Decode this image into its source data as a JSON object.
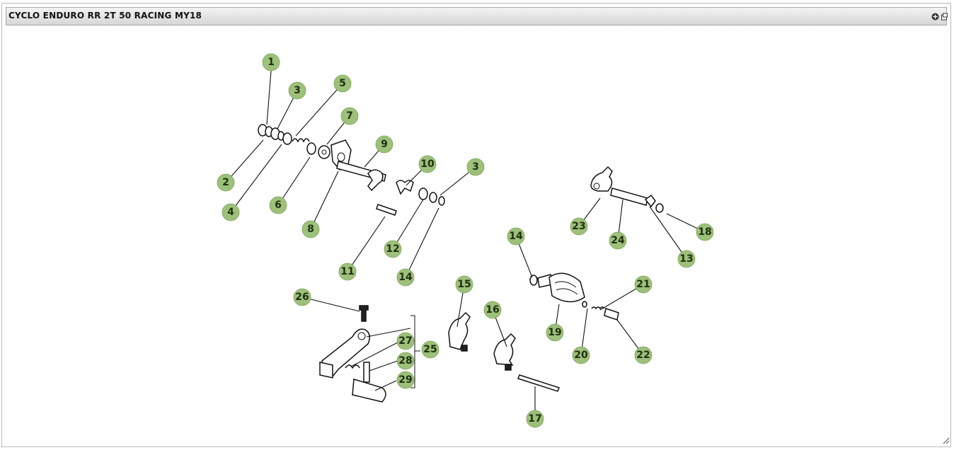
{
  "window": {
    "title": "CYCLO ENDURO RR 2T 50 RACING MY18",
    "icons": {
      "add": "plus-circle-icon",
      "popout": "popout-window-icon",
      "resize": "resize-grip-icon"
    }
  },
  "colors": {
    "callout_fill": "#9dc07a",
    "callout_text": "#1f2f10",
    "titlebar": "#dcdcdc"
  },
  "callouts": [
    {
      "id": "c1",
      "label": "1"
    },
    {
      "id": "c2",
      "label": "2"
    },
    {
      "id": "c3a",
      "label": "3"
    },
    {
      "id": "c4",
      "label": "4"
    },
    {
      "id": "c5",
      "label": "5"
    },
    {
      "id": "c6",
      "label": "6"
    },
    {
      "id": "c7",
      "label": "7"
    },
    {
      "id": "c8",
      "label": "8"
    },
    {
      "id": "c9",
      "label": "9"
    },
    {
      "id": "c10",
      "label": "10"
    },
    {
      "id": "c3b",
      "label": "3"
    },
    {
      "id": "c11",
      "label": "11"
    },
    {
      "id": "c12",
      "label": "12"
    },
    {
      "id": "c14a",
      "label": "14"
    },
    {
      "id": "c14b",
      "label": "14"
    },
    {
      "id": "c23",
      "label": "23"
    },
    {
      "id": "c24",
      "label": "24"
    },
    {
      "id": "c18",
      "label": "18"
    },
    {
      "id": "c13",
      "label": "13"
    },
    {
      "id": "c15",
      "label": "15"
    },
    {
      "id": "c16",
      "label": "16"
    },
    {
      "id": "c17",
      "label": "17"
    },
    {
      "id": "c19",
      "label": "19"
    },
    {
      "id": "c20",
      "label": "20"
    },
    {
      "id": "c21",
      "label": "21"
    },
    {
      "id": "c22",
      "label": "22"
    },
    {
      "id": "c26",
      "label": "26"
    },
    {
      "id": "c25",
      "label": "25"
    },
    {
      "id": "c27",
      "label": "27"
    },
    {
      "id": "c28",
      "label": "28"
    },
    {
      "id": "c29",
      "label": "29"
    }
  ]
}
